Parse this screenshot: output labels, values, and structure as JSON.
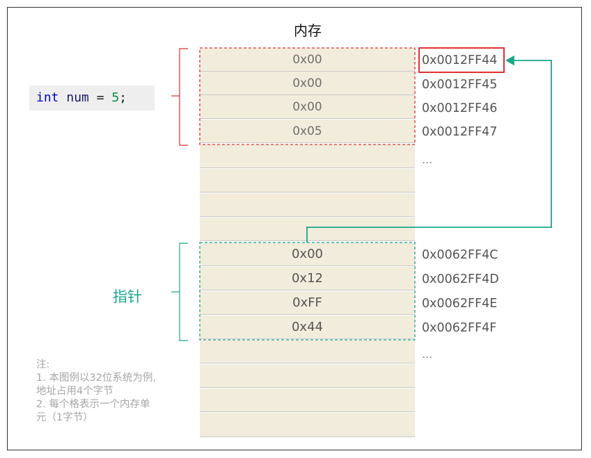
{
  "title": "内存",
  "code": {
    "keyword": "int",
    "ident": "num",
    "op": "=",
    "value": "5",
    "end": ";"
  },
  "pointer_label": "指针",
  "int_block": {
    "cells": [
      "0x00",
      "0x00",
      "0x00",
      "0x05"
    ],
    "addresses": [
      "0x0012FF44",
      "0x0012FF45",
      "0x0012FF46",
      "0x0012FF47"
    ],
    "highlight_color": "#e03030"
  },
  "pointer_block": {
    "cells": [
      "0x00",
      "0x12",
      "0xFF",
      "0x44"
    ],
    "addresses": [
      "0x0062FF4C",
      "0x0062FF4D",
      "0x0062FF4E",
      "0x0062FF4F"
    ],
    "highlight_color": "#19a58a"
  },
  "ellipsis": "...",
  "note": {
    "heading": "注:",
    "line1": "1. 本图例以32位系统为例,",
    "line2": "地址占用4个字节",
    "line3": "2. 每个格表示一个内存单",
    "line4": "元（1字节）"
  }
}
